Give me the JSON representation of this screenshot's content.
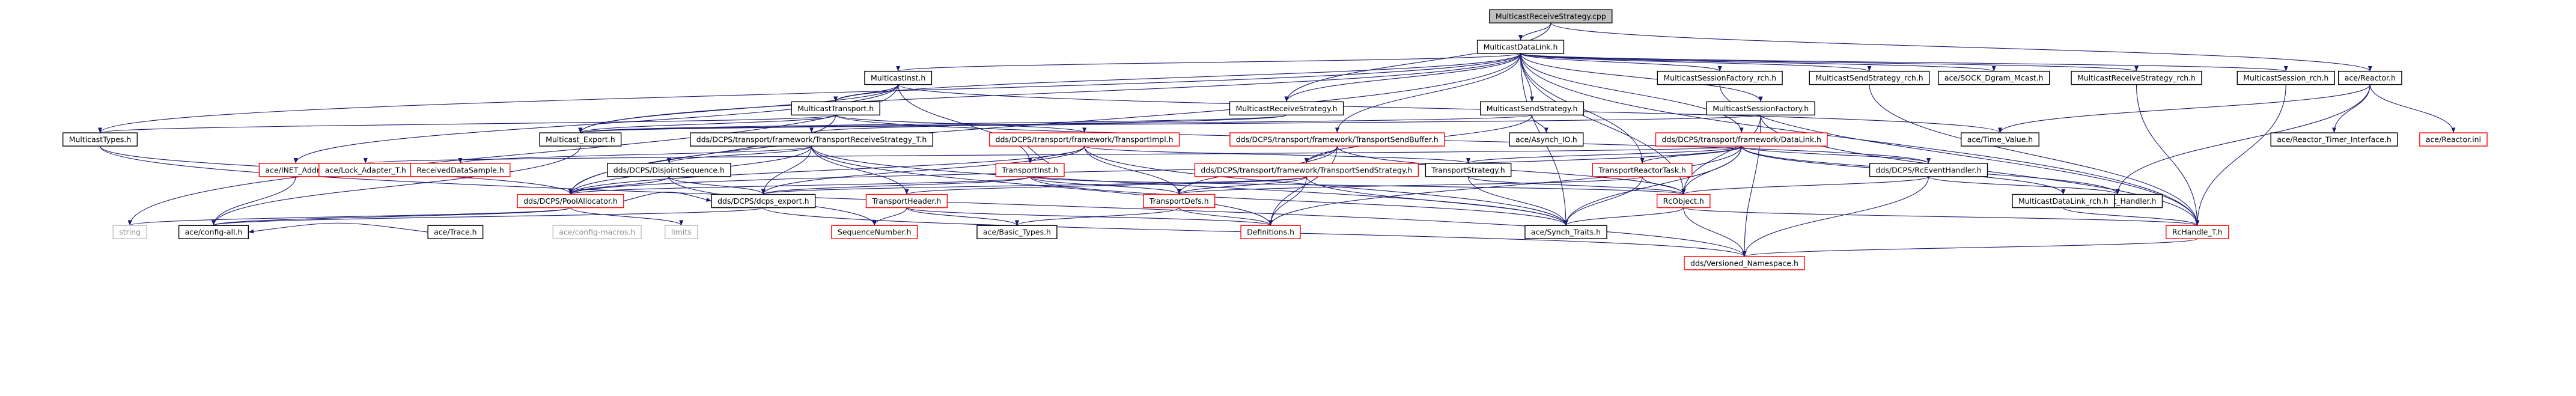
{
  "nodes": [
    {
      "id": "root",
      "label": "MulticastReceiveStrategy.cpp",
      "style": "root"
    },
    {
      "id": "dl",
      "label": "MulticastDataLink.h",
      "style": "plain"
    },
    {
      "id": "rh",
      "label": "ace/Reactor.h",
      "style": "plain"
    },
    {
      "id": "mi",
      "label": "MulticastInst.h",
      "style": "plain"
    },
    {
      "id": "msfr",
      "label": "MulticastSessionFactory_rch.h",
      "style": "plain"
    },
    {
      "id": "mssr",
      "label": "MulticastSendStrategy_rch.h",
      "style": "plain"
    },
    {
      "id": "sock",
      "label": "ace/SOCK_Dgram_Mcast.h",
      "style": "plain"
    },
    {
      "id": "mrsr",
      "label": "MulticastReceiveStrategy_rch.h",
      "style": "plain"
    },
    {
      "id": "msr",
      "label": "MulticastSession_rch.h",
      "style": "plain"
    },
    {
      "id": "mt",
      "label": "MulticastTransport.h",
      "style": "plain"
    },
    {
      "id": "mrs",
      "label": "MulticastReceiveStrategy.h",
      "style": "plain"
    },
    {
      "id": "mss",
      "label": "MulticastSendStrategy.h",
      "style": "plain"
    },
    {
      "id": "msf",
      "label": "MulticastSessionFactory.h",
      "style": "plain"
    },
    {
      "id": "tv",
      "label": "ace/Time_Value.h",
      "style": "plain"
    },
    {
      "id": "rti",
      "label": "ace/Reactor_Timer_Interface.h",
      "style": "plain"
    },
    {
      "id": "rinl",
      "label": "ace/Reactor.inl",
      "style": "red"
    },
    {
      "id": "mtyp",
      "label": "MulticastTypes.h",
      "style": "plain"
    },
    {
      "id": "mexp",
      "label": "Multicast_Export.h",
      "style": "plain"
    },
    {
      "id": "trs",
      "label": "dds/DCPS/transport/framework/TransportReceiveStrategy_T.h",
      "style": "plain"
    },
    {
      "id": "timpl",
      "label": "dds/DCPS/transport/framework/TransportImpl.h",
      "style": "red"
    },
    {
      "id": "tsb",
      "label": "dds/DCPS/transport/framework/TransportSendBuffer.h",
      "style": "red"
    },
    {
      "id": "aio",
      "label": "ace/Asynch_IO.h",
      "style": "plain"
    },
    {
      "id": "fdl",
      "label": "dds/DCPS/transport/framework/DataLink.h",
      "style": "red"
    },
    {
      "id": "inet",
      "label": "ace/INET_Addr.h",
      "style": "red"
    },
    {
      "id": "lock",
      "label": "ace/Lock_Adapter_T.h",
      "style": "red"
    },
    {
      "id": "rds",
      "label": "ReceivedDataSample.h",
      "style": "red"
    },
    {
      "id": "dseq",
      "label": "dds/DCPS/DisjointSequence.h",
      "style": "plain"
    },
    {
      "id": "ti",
      "label": "TransportInst.h",
      "style": "red"
    },
    {
      "id": "tss",
      "label": "dds/DCPS/transport/framework/TransportSendStrategy.h",
      "style": "red"
    },
    {
      "id": "tstr",
      "label": "TransportStrategy.h",
      "style": "plain"
    },
    {
      "id": "trt",
      "label": "TransportReactorTask.h",
      "style": "red"
    },
    {
      "id": "rceh",
      "label": "dds/DCPS/RcEventHandler.h",
      "style": "plain"
    },
    {
      "id": "eh",
      "label": "ace/Event_Handler.h",
      "style": "plain"
    },
    {
      "id": "mdlr",
      "label": "MulticastDataLink_rch.h",
      "style": "plain"
    },
    {
      "id": "pa",
      "label": "dds/DCPS/PoolAllocator.h",
      "style": "red"
    },
    {
      "id": "dexp",
      "label": "dds/DCPS/dcps_export.h",
      "style": "plain"
    },
    {
      "id": "th",
      "label": "TransportHeader.h",
      "style": "red"
    },
    {
      "id": "td",
      "label": "TransportDefs.h",
      "style": "red"
    },
    {
      "id": "rco",
      "label": "RcObject.h",
      "style": "red"
    },
    {
      "id": "str",
      "label": "string",
      "style": "gray"
    },
    {
      "id": "cfa",
      "label": "ace/config-all.h",
      "style": "plain"
    },
    {
      "id": "tr",
      "label": "ace/Trace.h",
      "style": "plain"
    },
    {
      "id": "cfm",
      "label": "ace/config-macros.h",
      "style": "gray"
    },
    {
      "id": "lim",
      "label": "limits",
      "style": "gray"
    },
    {
      "id": "seq",
      "label": "SequenceNumber.h",
      "style": "red"
    },
    {
      "id": "bt",
      "label": "ace/Basic_Types.h",
      "style": "plain"
    },
    {
      "id": "defs",
      "label": "Definitions.h",
      "style": "red"
    },
    {
      "id": "st",
      "label": "ace/Synch_Traits.h",
      "style": "plain"
    },
    {
      "id": "rch",
      "label": "RcHandle_T.h",
      "style": "red"
    },
    {
      "id": "vn",
      "label": "dds/Versioned_Namespace.h",
      "style": "red"
    }
  ],
  "edges": [
    [
      "root",
      "dl"
    ],
    [
      "root",
      "rh"
    ],
    [
      "root",
      "mrs"
    ],
    [
      "dl",
      "mi"
    ],
    [
      "dl",
      "msfr"
    ],
    [
      "dl",
      "mssr"
    ],
    [
      "dl",
      "sock"
    ],
    [
      "dl",
      "mrsr"
    ],
    [
      "dl",
      "msr"
    ],
    [
      "dl",
      "mt"
    ],
    [
      "dl",
      "mrs"
    ],
    [
      "dl",
      "mss"
    ],
    [
      "dl",
      "msf"
    ],
    [
      "dl",
      "mtyp"
    ],
    [
      "dl",
      "mexp"
    ],
    [
      "dl",
      "fdl"
    ],
    [
      "dl",
      "tsb"
    ],
    [
      "dl",
      "trt"
    ],
    [
      "dl",
      "rco"
    ],
    [
      "dl",
      "pa"
    ],
    [
      "dl",
      "st"
    ],
    [
      "dl",
      "rch"
    ],
    [
      "mi",
      "mt"
    ],
    [
      "mi",
      "mexp"
    ],
    [
      "mi",
      "tv"
    ],
    [
      "mi",
      "ti"
    ],
    [
      "mi",
      "str"
    ],
    [
      "mi",
      "inet"
    ],
    [
      "mt",
      "mexp"
    ],
    [
      "mt",
      "timpl"
    ],
    [
      "mt",
      "pa"
    ],
    [
      "mt",
      "mtyp"
    ],
    [
      "mt",
      "rceh"
    ],
    [
      "mrs",
      "mexp"
    ],
    [
      "mrs",
      "trs"
    ],
    [
      "mss",
      "mexp"
    ],
    [
      "mss",
      "aio"
    ],
    [
      "mss",
      "tss"
    ],
    [
      "msf",
      "mexp"
    ],
    [
      "msf",
      "rco"
    ],
    [
      "msf",
      "rch"
    ],
    [
      "msf",
      "vn"
    ],
    [
      "msfr",
      "rch"
    ],
    [
      "mssr",
      "rch"
    ],
    [
      "mrsr",
      "rch"
    ],
    [
      "msr",
      "rch"
    ],
    [
      "rh",
      "tv"
    ],
    [
      "rh",
      "rti"
    ],
    [
      "rh",
      "rinl"
    ],
    [
      "rh",
      "eh"
    ],
    [
      "mtyp",
      "pa"
    ],
    [
      "mtyp",
      "vn"
    ],
    [
      "mexp",
      "cfa"
    ],
    [
      "trs",
      "rds"
    ],
    [
      "trs",
      "dseq"
    ],
    [
      "trs",
      "pa"
    ],
    [
      "trs",
      "dexp"
    ],
    [
      "trs",
      "th"
    ],
    [
      "trs",
      "st"
    ],
    [
      "trs",
      "defs"
    ],
    [
      "timpl",
      "ti"
    ],
    [
      "timpl",
      "tstr"
    ],
    [
      "timpl",
      "td"
    ],
    [
      "timpl",
      "dexp"
    ],
    [
      "timpl",
      "st"
    ],
    [
      "timpl",
      "pa"
    ],
    [
      "tsb",
      "tss"
    ],
    [
      "tsb",
      "rco"
    ],
    [
      "tsb",
      "defs"
    ],
    [
      "tsb",
      "td"
    ],
    [
      "fdl",
      "rceh"
    ],
    [
      "fdl",
      "tstr"
    ],
    [
      "fdl",
      "trt"
    ],
    [
      "fdl",
      "rco"
    ],
    [
      "fdl",
      "pa"
    ],
    [
      "fdl",
      "lock"
    ],
    [
      "fdl",
      "mdlr"
    ],
    [
      "fdl",
      "eh"
    ],
    [
      "fdl",
      "st"
    ],
    [
      "fdl",
      "defs"
    ],
    [
      "ti",
      "timpl"
    ],
    [
      "ti",
      "td"
    ],
    [
      "ti",
      "pa"
    ],
    [
      "ti",
      "rco"
    ],
    [
      "ti",
      "dexp"
    ],
    [
      "ti",
      "st"
    ],
    [
      "tss",
      "dexp"
    ],
    [
      "tss",
      "td"
    ],
    [
      "tss",
      "th"
    ],
    [
      "tss",
      "defs"
    ],
    [
      "tss",
      "st"
    ],
    [
      "tstr",
      "rco"
    ],
    [
      "tstr",
      "st"
    ],
    [
      "trt",
      "rco"
    ],
    [
      "trt",
      "st"
    ],
    [
      "trt",
      "td"
    ],
    [
      "rceh",
      "eh"
    ],
    [
      "rceh",
      "rco"
    ],
    [
      "rceh",
      "vn"
    ],
    [
      "mdlr",
      "rch"
    ],
    [
      "dseq",
      "dexp"
    ],
    [
      "dseq",
      "pa"
    ],
    [
      "dseq",
      "seq"
    ],
    [
      "pa",
      "dexp"
    ],
    [
      "pa",
      "str"
    ],
    [
      "pa",
      "lim"
    ],
    [
      "pa",
      "cfa"
    ],
    [
      "dexp",
      "cfa"
    ],
    [
      "dexp",
      "vn"
    ],
    [
      "th",
      "seq"
    ],
    [
      "th",
      "bt"
    ],
    [
      "th",
      "defs"
    ],
    [
      "td",
      "defs"
    ],
    [
      "td",
      "bt"
    ],
    [
      "rco",
      "st"
    ],
    [
      "rco",
      "rch"
    ],
    [
      "rco",
      "vn"
    ],
    [
      "rch",
      "vn"
    ],
    [
      "inet",
      "cfa"
    ],
    [
      "tr",
      "cfa"
    ]
  ]
}
